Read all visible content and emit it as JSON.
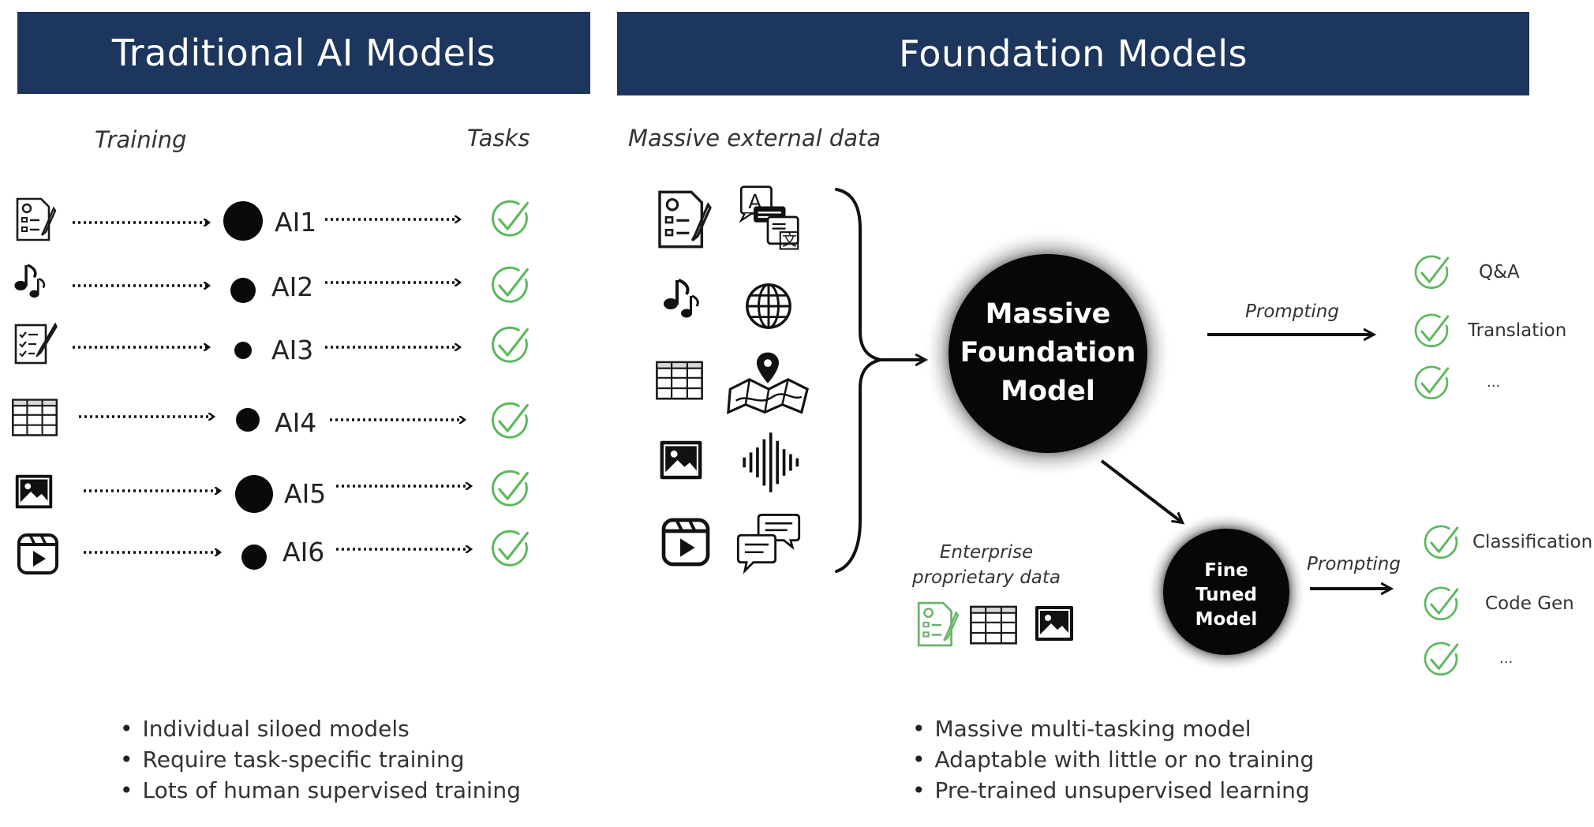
{
  "left": {
    "header": "Traditional AI Models",
    "training_label": "Training",
    "tasks_label": "Tasks",
    "models": [
      {
        "label": "AI1",
        "input_icon": "document-settings-icon"
      },
      {
        "label": "AI2",
        "input_icon": "music-note-icon"
      },
      {
        "label": "AI3",
        "input_icon": "checklist-icon"
      },
      {
        "label": "AI4",
        "input_icon": "table-icon"
      },
      {
        "label": "AI5",
        "input_icon": "image-icon"
      },
      {
        "label": "AI6",
        "input_icon": "video-icon"
      }
    ],
    "bullets": [
      "Individual siloed models",
      "Require task-specific training",
      "Lots of human supervised training"
    ]
  },
  "right": {
    "header": "Foundation Models",
    "external_data_label": "Massive external data",
    "external_icons": [
      "document-settings-icon",
      "translate-icon",
      "music-note-icon",
      "globe-icon",
      "table-icon",
      "map-icon",
      "image-icon",
      "audio-wave-icon",
      "video-icon",
      "chat-icon"
    ],
    "foundation_model": {
      "line1": "Massive",
      "line2": "Foundation",
      "line3": "Model"
    },
    "prompting_label_1": "Prompting",
    "tasks_1": [
      "Q&A",
      "Translation",
      "..."
    ],
    "enterprise_label_1": "Enterprise",
    "enterprise_label_2": "proprietary data",
    "enterprise_icons": [
      "document-settings-icon",
      "table-icon",
      "image-icon"
    ],
    "fine_tuned_model": {
      "line1": "Fine",
      "line2": "Tuned",
      "line3": "Model"
    },
    "prompting_label_2": "Prompting",
    "tasks_2": [
      "Classification",
      "Code Gen",
      "..."
    ],
    "bullets": [
      "Massive multi-tasking model",
      "Adaptable with little or no training",
      "Pre-trained unsupervised learning"
    ]
  },
  "colors": {
    "header_bg": "#1d365e",
    "check_green": "#5cb85c",
    "icon_dark": "#1a1a1a",
    "icon_green": "#6ab36a"
  }
}
